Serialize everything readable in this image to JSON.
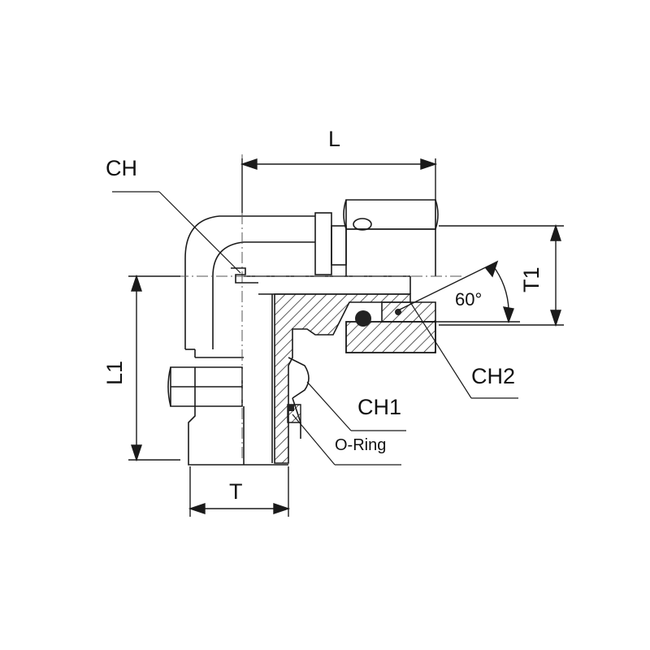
{
  "labels": {
    "L": "L",
    "CH": "CH",
    "T1": "T1",
    "angle": "60°",
    "CH2": "CH2",
    "CH1": "CH1",
    "L1": "L1",
    "o_ring": "O-Ring",
    "T": "T"
  },
  "colors": {
    "line": "#1a1a1a",
    "hatch": "#333333",
    "background": "#ffffff"
  }
}
